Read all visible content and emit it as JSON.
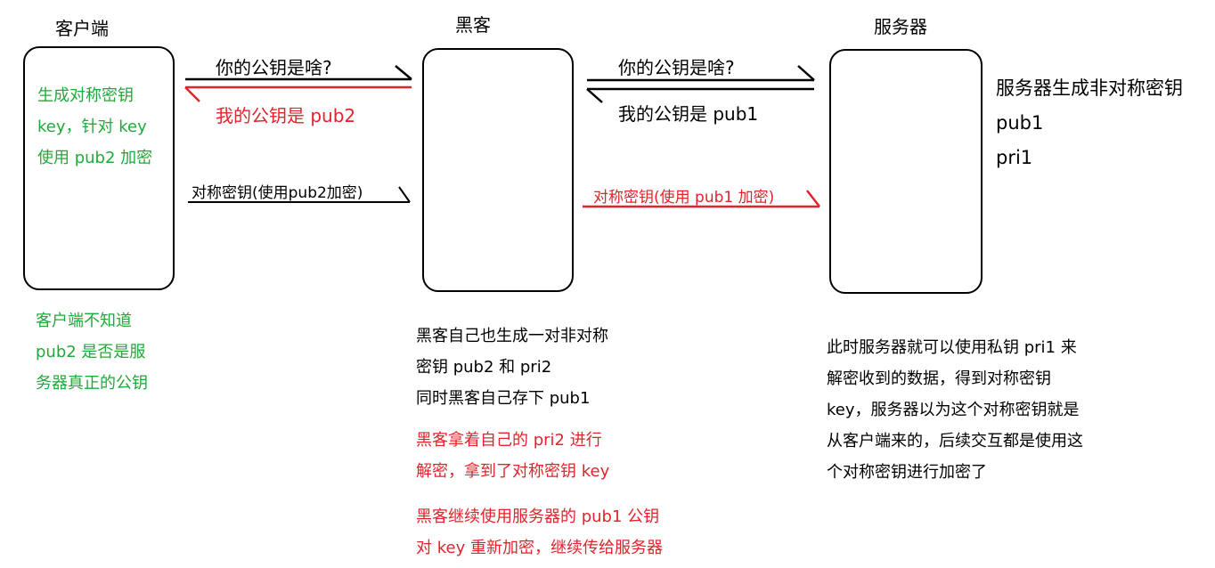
{
  "colors": {
    "green": "#22a83a",
    "red": "#e0242c",
    "black": "#000000"
  },
  "nodes": {
    "client": {
      "title": "客户端"
    },
    "hacker": {
      "title": "黑客"
    },
    "server": {
      "title": "服务器"
    }
  },
  "client_box_text": [
    "生成对称密钥",
    "key，针对 key",
    "使用 pub2 加密"
  ],
  "arrows": {
    "client_ask": "你的公钥是啥?",
    "hacker_reply": "我的公钥是 pub2",
    "client_send": "对称密钥(使用pub2加密)",
    "hacker_ask": "你的公钥是啥?",
    "server_reply": "我的公钥是 pub1",
    "hacker_send": "对称密钥(使用 pub1 加密)"
  },
  "server_side_text": [
    "服务器生成非对称密钥",
    "pub1",
    "pri1"
  ],
  "client_note": [
    "客户端不知道",
    "pub2 是否是服",
    "务器真正的公钥"
  ],
  "hacker_notes": {
    "black": [
      "黑客自己也生成一对非对称",
      "密钥 pub2 和 pri2",
      "同时黑客自己存下 pub1"
    ],
    "red_decrypt": [
      "黑客拿着自己的 pri2 进行",
      "解密，拿到了对称密钥 key"
    ],
    "red_reencrypt": [
      "黑客继续使用服务器的 pub1 公钥",
      "对 key 重新加密，继续传给服务器"
    ]
  },
  "server_note": [
    "此时服务器就可以使用私钥 pri1 来",
    "解密收到的数据，得到对称密钥",
    "key，服务器以为这个对称密钥就是",
    "从客户端来的，后续交互都是使用这",
    "个对称密钥进行加密了"
  ]
}
